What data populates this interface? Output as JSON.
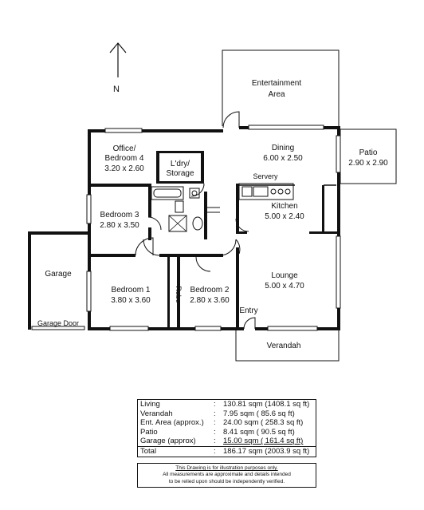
{
  "plan": {
    "north_label": "N",
    "rooms": {
      "entertainment": {
        "line1": "Entertainment",
        "line2": "Area"
      },
      "dining": {
        "name": "Dining",
        "size": "6.00 x 2.50"
      },
      "patio": {
        "name": "Patio",
        "size": "2.90 x 2.90"
      },
      "office": {
        "line1": "Office/",
        "line2": "Bedroom 4",
        "size": "3.20 x 2.60"
      },
      "laundry": {
        "line1": "L'dry/",
        "line2": "Storage"
      },
      "servery": {
        "name": "Servery"
      },
      "kitchen": {
        "name": "Kitchen",
        "size": "5.00 x 2.40"
      },
      "bedroom3": {
        "name": "Bedroom 3",
        "size": "2.80 x 3.50"
      },
      "garage": {
        "name": "Garage",
        "door": "Garage Door"
      },
      "lounge": {
        "name": "Lounge",
        "size": "5.00 x 4.70"
      },
      "bedroom1": {
        "name": "Bedroom 1",
        "size": "3.80 x 3.60"
      },
      "robe": {
        "name": "Robe"
      },
      "bedroom2": {
        "name": "Bedroom 2",
        "size": "2.80 x 3.60"
      },
      "entry": {
        "name": "Entry"
      },
      "verandah": {
        "name": "Verandah"
      }
    }
  },
  "areas": {
    "rows": [
      {
        "name": "Living",
        "value": "130.81 sqm (1408.1 sq ft)"
      },
      {
        "name": "Verandah",
        "value": "7.95 sqm (   85.6 sq ft)"
      },
      {
        "name": "Ent. Area (approx.)",
        "value": "24.00 sqm (  258.3 sq ft)"
      },
      {
        "name": "Patio",
        "value": "8.41 sqm (   90.5 sq ft)"
      },
      {
        "name": "Garage (approx)",
        "value": "15.00 sqm (  161.4 sq ft)"
      }
    ],
    "total": {
      "name": "Total",
      "value": "186.17 sqm (2003.9 sq ft)"
    }
  },
  "disclaimer": {
    "line1": "This Drawing is for illustration purposes only.",
    "line2": "All measurements are approximate and details intended",
    "line3": "to be relied upon should be independently verified."
  }
}
